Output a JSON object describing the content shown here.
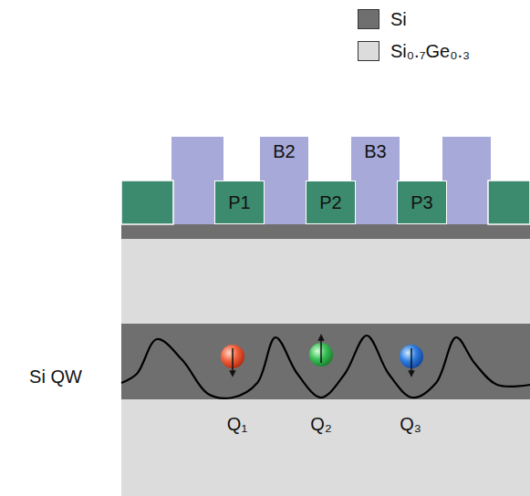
{
  "diagram": {
    "nodes": [
      {
        "text": [
          "B2"
        ]
      },
      {
        "text": [
          "B3"
        ]
      },
      {
        "text": [
          "P1"
        ]
      },
      {
        "text": [
          "P2"
        ]
      },
      {
        "text": [
          "P3"
        ]
      }
    ],
    "labels": [
      "Si QW",
      "Q₁",
      "Q₂",
      "Q₃"
    ],
    "legend": [
      {
        "text": "Si",
        "color": "#6f6f6f"
      },
      {
        "text": "Si₀.₇Ge₀.₃",
        "color": "#dcdcdc"
      }
    ]
  }
}
